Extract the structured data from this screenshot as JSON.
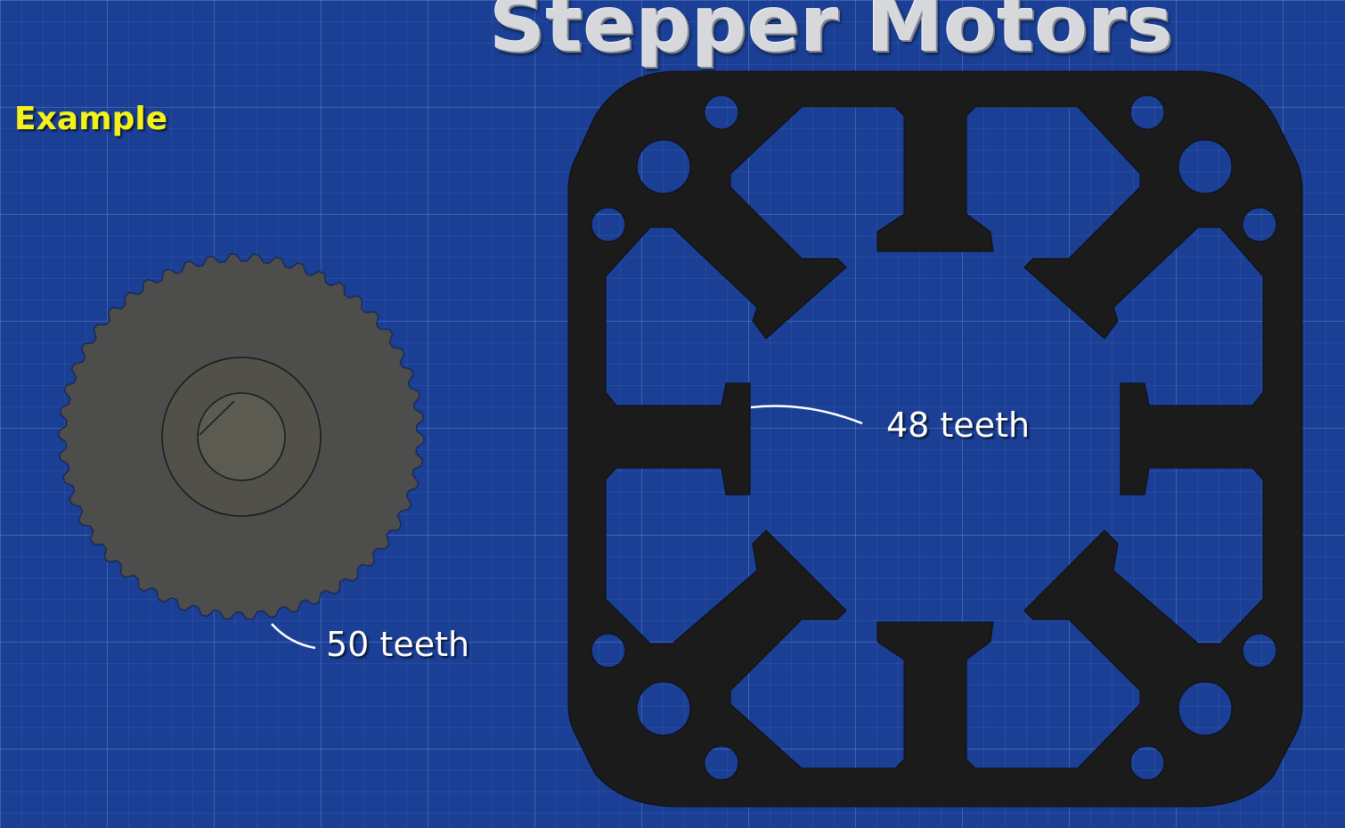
{
  "title": "Stepper Motors",
  "section_label": "Example",
  "rotor": {
    "teeth": 50,
    "label": "50 teeth",
    "color": "#4d4d4b",
    "hub_color": "#5c5b52"
  },
  "stator": {
    "poles": 8,
    "teeth": 48,
    "label": "48 teeth",
    "color": "#1b1b1b"
  },
  "colors": {
    "background": "#1a3f95",
    "title": "#d6d8dc",
    "section_label": "#f2f21a",
    "label": "#ffffff"
  }
}
